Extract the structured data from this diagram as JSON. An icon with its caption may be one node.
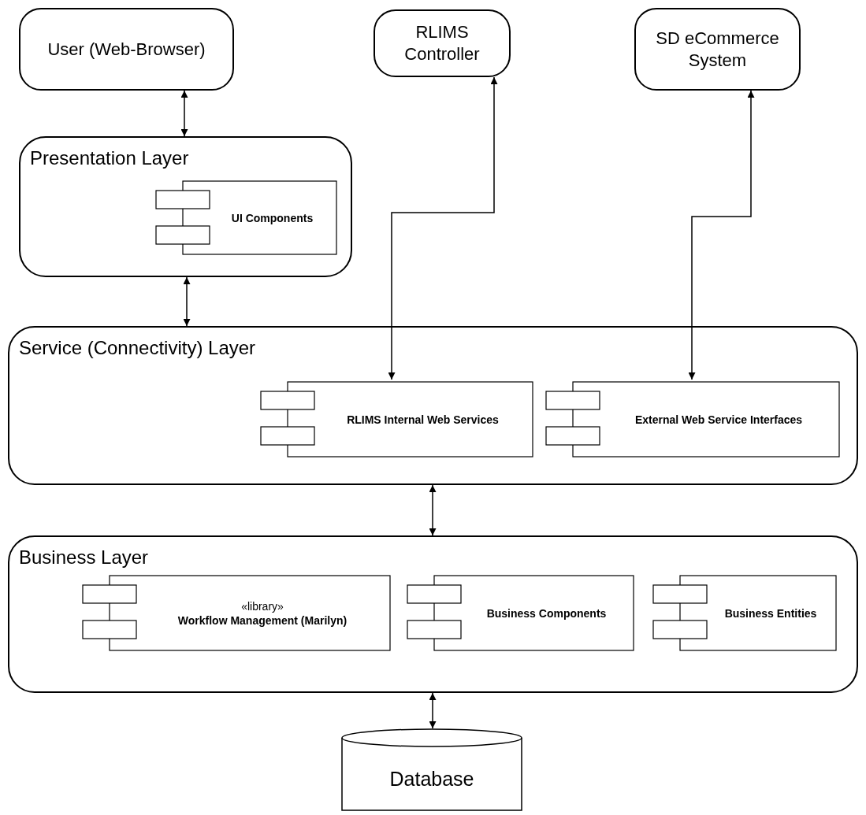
{
  "diagram": {
    "nodes": [
      {
        "text": [
          "User (Web-Browser)"
        ]
      },
      {
        "text": [
          "RLIMS Controller"
        ]
      },
      {
        "text": [
          "SD eCommerce System"
        ]
      },
      {
        "text": [
          "Presentation Layer"
        ]
      },
      {
        "text": [
          "UI Components"
        ],
        "in": 3
      },
      {
        "text": [
          "Service (Connectivity) Layer"
        ]
      },
      {
        "text": [
          "RLIMS Internal Web Services"
        ],
        "in": 5
      },
      {
        "text": [
          "External Web Service Interfaces"
        ],
        "in": 5
      },
      {
        "text": [
          "Business Layer"
        ]
      },
      {
        "text": [
          "«library»",
          "Workflow Management (Marilyn)"
        ],
        "in": 8
      },
      {
        "text": [
          "Business Components"
        ],
        "in": 8
      },
      {
        "text": [
          "Business Entities"
        ],
        "in": 8
      },
      {
        "text": [
          "Database"
        ]
      }
    ],
    "edges": [
      {
        "from": 0,
        "to": 3,
        "arrow": "both"
      },
      {
        "from": 3,
        "to": 5,
        "arrow": "both"
      },
      {
        "from": 1,
        "to": 6,
        "arrow": "both"
      },
      {
        "from": 2,
        "to": 7,
        "arrow": "both"
      },
      {
        "from": 5,
        "to": 8,
        "arrow": "both"
      },
      {
        "from": 8,
        "to": 12,
        "arrow": "both"
      }
    ]
  }
}
